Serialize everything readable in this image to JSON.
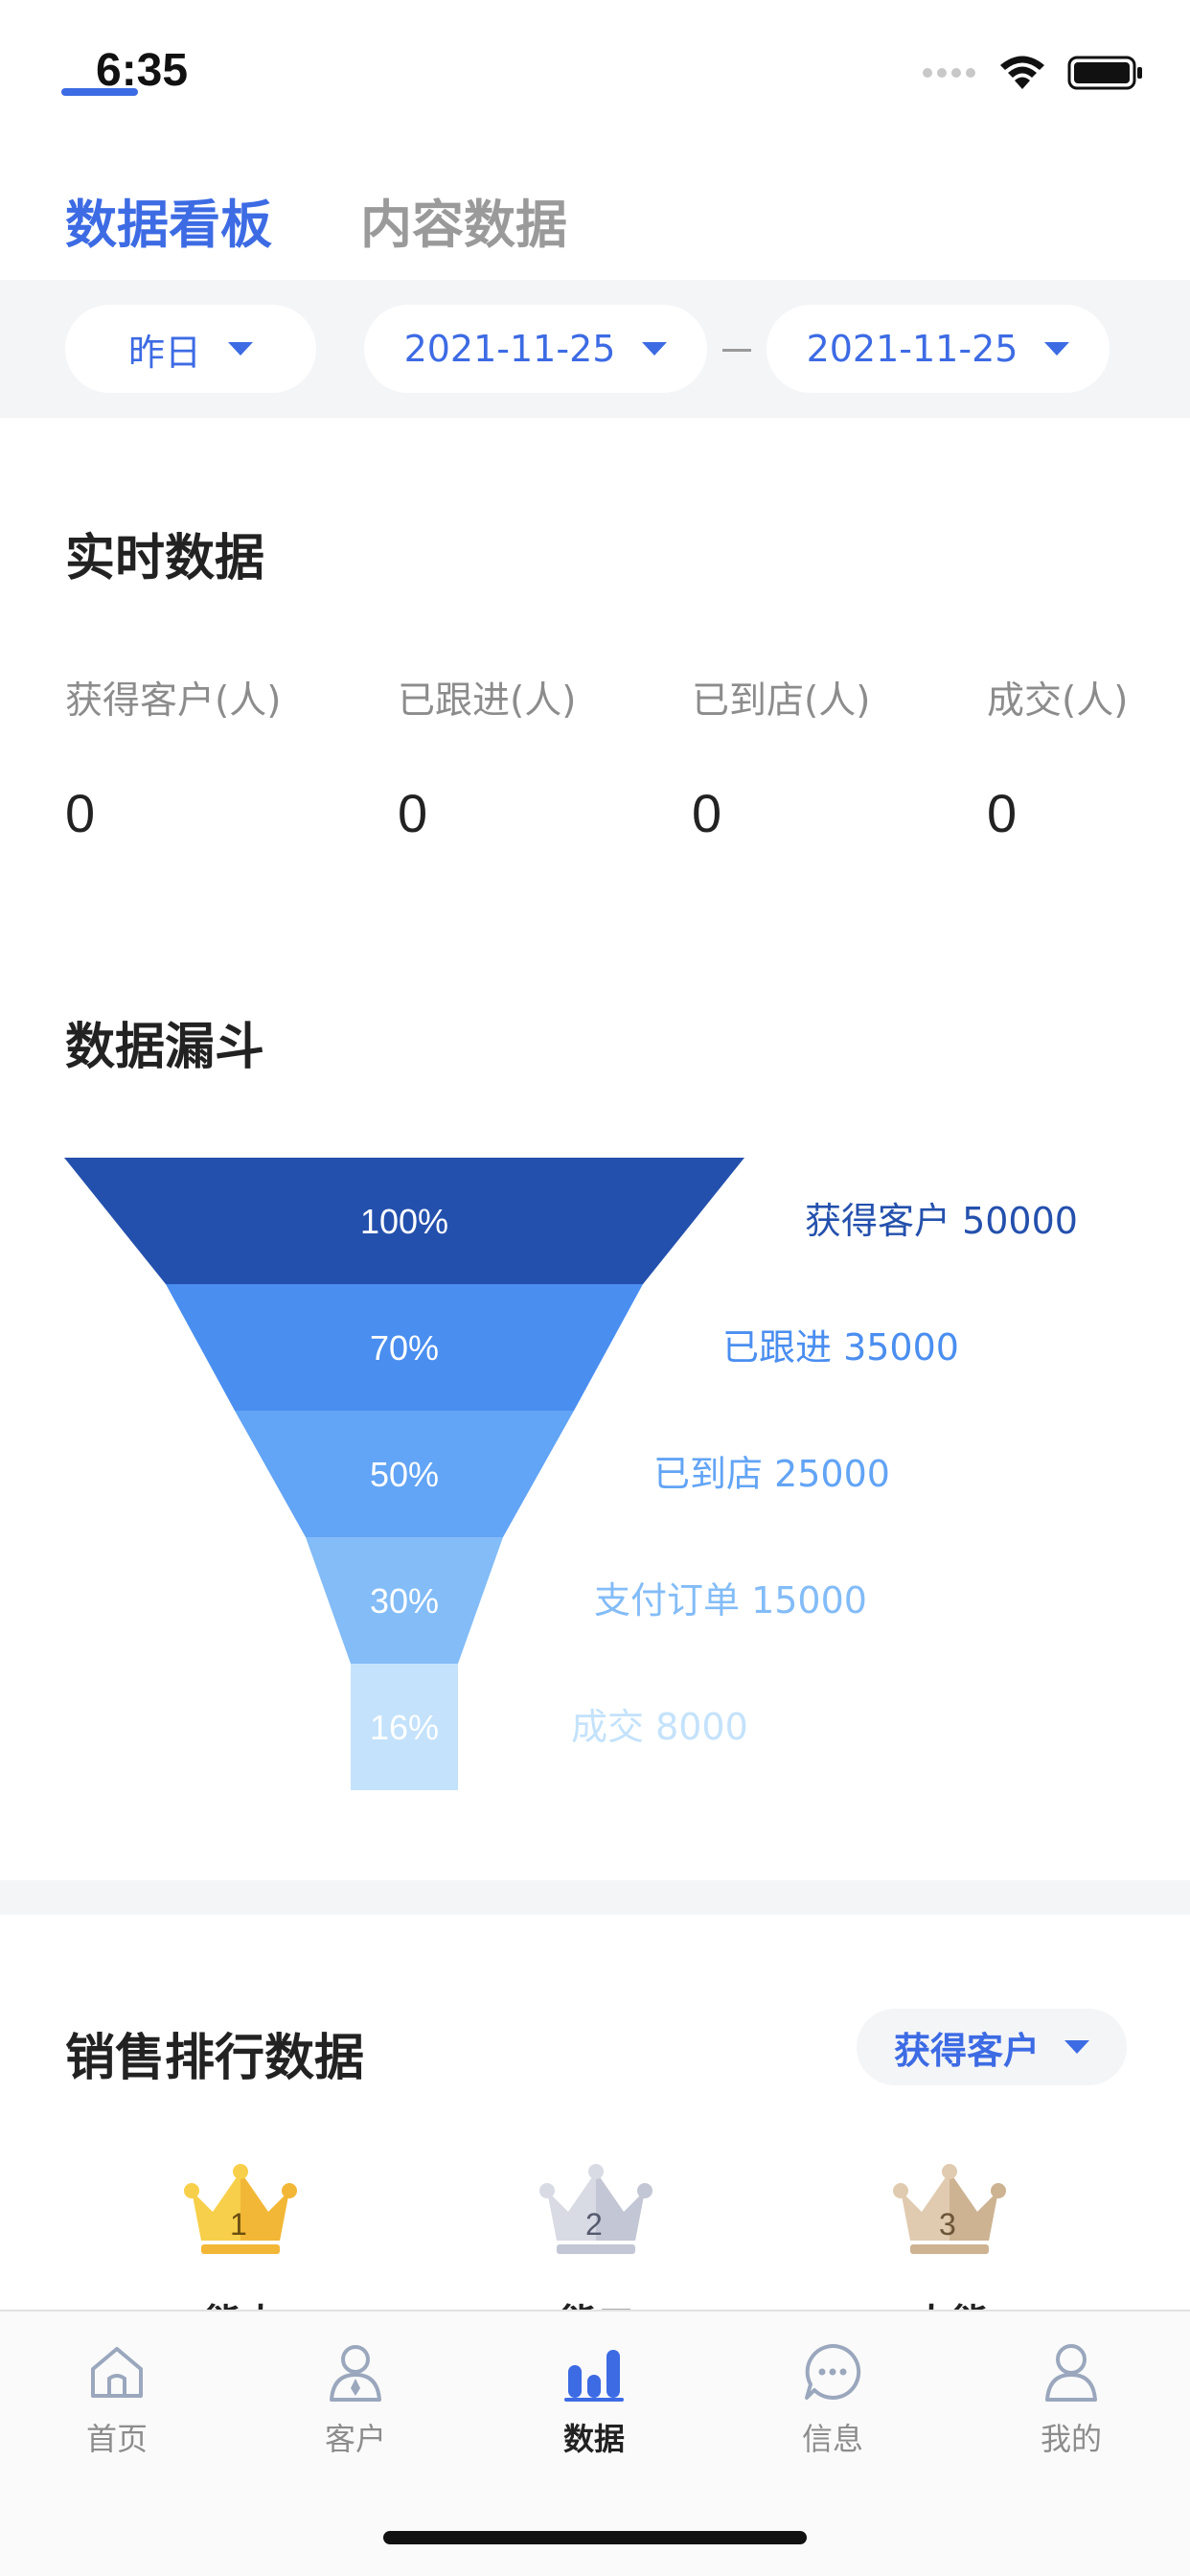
{
  "status_bar": {
    "time": "6:35"
  },
  "top_tabs": [
    {
      "label": "数据看板",
      "active": true
    },
    {
      "label": "内容数据",
      "active": false
    }
  ],
  "filters": {
    "period": "昨日",
    "start_date": "2021-11-25",
    "end_date": "2021-11-25"
  },
  "realtime": {
    "title": "实时数据",
    "stats": [
      {
        "label": "获得客户(人)",
        "value": "0"
      },
      {
        "label": "已跟进(人)",
        "value": "0"
      },
      {
        "label": "已到店(人)",
        "value": "0"
      },
      {
        "label": "成交(人)",
        "value": "0"
      }
    ]
  },
  "funnel": {
    "title": "数据漏斗",
    "stages": [
      {
        "percent": "100%",
        "label": "获得客户 50000",
        "color": "#2450ad",
        "text_color": "#2450ad"
      },
      {
        "percent": "70%",
        "label": "已跟进 35000",
        "color": "#4a8ef0",
        "text_color": "#4a8ef0"
      },
      {
        "percent": "50%",
        "label": "已到店 25000",
        "color": "#62a4f5",
        "text_color": "#62a4f5"
      },
      {
        "percent": "30%",
        "label": "支付订单 15000",
        "color": "#83bcf7",
        "text_color": "#83bcf7"
      },
      {
        "percent": "16%",
        "label": "成交 8000",
        "color": "#c4e2fb",
        "text_color": "#c4e2fb"
      }
    ]
  },
  "ranking": {
    "title": "销售排行数据",
    "select_label": "获得客户",
    "podium": [
      {
        "rank": "1",
        "name": "熊大",
        "color": "#f7cf4a"
      },
      {
        "rank": "2",
        "name": "熊二",
        "color": "#cdd0dc"
      },
      {
        "rank": "3",
        "name": "大熊",
        "color": "#d9c2a4"
      }
    ]
  },
  "tabbar": [
    {
      "label": "首页",
      "icon": "home-icon",
      "active": false
    },
    {
      "label": "客户",
      "icon": "customer-icon",
      "active": false
    },
    {
      "label": "数据",
      "icon": "chart-icon",
      "active": true
    },
    {
      "label": "信息",
      "icon": "message-icon",
      "active": false
    },
    {
      "label": "我的",
      "icon": "profile-icon",
      "active": false
    }
  ],
  "colors": {
    "accent": "#3d6be4",
    "muted": "#8c8c8c",
    "bg_gray": "#f4f5f7"
  }
}
